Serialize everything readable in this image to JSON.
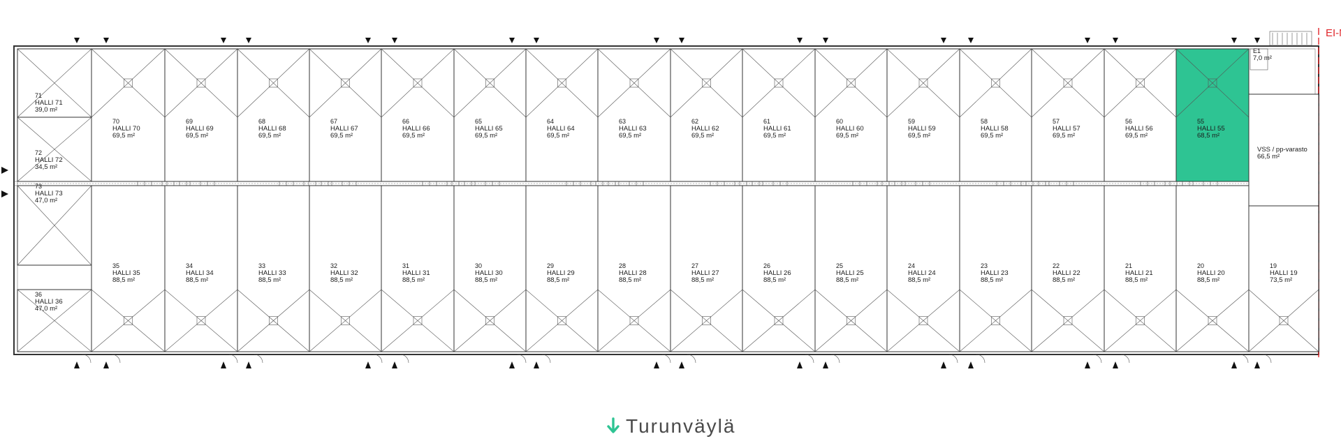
{
  "plan": {
    "corner_label": "EI-M",
    "street": "Turunväylä",
    "highlight_color": "#2ec493",
    "street_arrow_color": "#2ec493",
    "highlighted_unit": "55",
    "top_units": [
      {
        "num": "70",
        "name": "HALLI 70",
        "area": "69,5 m²"
      },
      {
        "num": "69",
        "name": "HALLI 69",
        "area": "69,5 m²"
      },
      {
        "num": "68",
        "name": "HALLI 68",
        "area": "69,5 m²"
      },
      {
        "num": "67",
        "name": "HALLI 67",
        "area": "69,5 m²"
      },
      {
        "num": "66",
        "name": "HALLI 66",
        "area": "69,5 m²"
      },
      {
        "num": "65",
        "name": "HALLI 65",
        "area": "69,5 m²"
      },
      {
        "num": "64",
        "name": "HALLI 64",
        "area": "69,5 m²"
      },
      {
        "num": "63",
        "name": "HALLI 63",
        "area": "69,5 m²"
      },
      {
        "num": "62",
        "name": "HALLI 62",
        "area": "69,5 m²"
      },
      {
        "num": "61",
        "name": "HALLI 61",
        "area": "69,5 m²"
      },
      {
        "num": "60",
        "name": "HALLI 60",
        "area": "69,5 m²"
      },
      {
        "num": "59",
        "name": "HALLI 59",
        "area": "69,5 m²"
      },
      {
        "num": "58",
        "name": "HALLI 58",
        "area": "69,5 m²"
      },
      {
        "num": "57",
        "name": "HALLI 57",
        "area": "69,5 m²"
      },
      {
        "num": "56",
        "name": "HALLI 56",
        "area": "69,5 m²"
      },
      {
        "num": "55",
        "name": "HALLI 55",
        "area": "68,5 m²"
      }
    ],
    "bottom_units": [
      {
        "num": "35",
        "name": "HALLI 35",
        "area": "88,5 m²"
      },
      {
        "num": "34",
        "name": "HALLI 34",
        "area": "88,5 m²"
      },
      {
        "num": "33",
        "name": "HALLI 33",
        "area": "88,5 m²"
      },
      {
        "num": "32",
        "name": "HALLI 32",
        "area": "88,5 m²"
      },
      {
        "num": "31",
        "name": "HALLI 31",
        "area": "88,5 m²"
      },
      {
        "num": "30",
        "name": "HALLI 30",
        "area": "88,5 m²"
      },
      {
        "num": "29",
        "name": "HALLI 29",
        "area": "88,5 m²"
      },
      {
        "num": "28",
        "name": "HALLI 28",
        "area": "88,5 m²"
      },
      {
        "num": "27",
        "name": "HALLI 27",
        "area": "88,5 m²"
      },
      {
        "num": "26",
        "name": "HALLI 26",
        "area": "88,5 m²"
      },
      {
        "num": "25",
        "name": "HALLI 25",
        "area": "88,5 m²"
      },
      {
        "num": "24",
        "name": "HALLI 24",
        "area": "88,5 m²"
      },
      {
        "num": "23",
        "name": "HALLI 23",
        "area": "88,5 m²"
      },
      {
        "num": "22",
        "name": "HALLI 22",
        "area": "88,5 m²"
      },
      {
        "num": "21",
        "name": "HALLI 21",
        "area": "88,5 m²"
      },
      {
        "num": "20",
        "name": "HALLI 20",
        "area": "88,5 m²"
      },
      {
        "num": "19",
        "name": "HALLI 19",
        "area": "73,5 m²"
      }
    ],
    "left_units": [
      {
        "num": "71",
        "name": "HALLI 71",
        "area": "39,0 m²"
      },
      {
        "num": "72",
        "name": "HALLI 72",
        "area": "34,5 m²"
      },
      {
        "num": "73",
        "name": "HALLI 73",
        "area": "47,0 m²"
      },
      {
        "num": "36",
        "name": "HALLI 36",
        "area": "47,0 m²"
      }
    ],
    "right_rooms": [
      {
        "num": "E1",
        "name": "",
        "area": "7,0 m²"
      },
      {
        "num": "",
        "name": "VSS / pp-varasto",
        "area": "66,5 m²"
      }
    ]
  }
}
